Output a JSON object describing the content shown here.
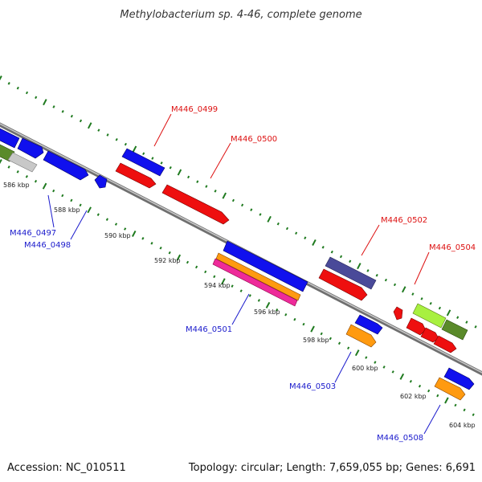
{
  "title": "Methylobacterium sp. 4-46, complete genome",
  "footer": {
    "accession": "Accession: NC_010511",
    "summary": "Topology: circular; Length: 7,659,055 bp; Genes: 6,691"
  },
  "ticks": [
    "586 kbp",
    "588 kbp",
    "590 kbp",
    "592 kbp",
    "594 kbp",
    "596 kbp",
    "598 kbp",
    "600 kbp",
    "602 kbp",
    "604 kbp"
  ],
  "genes": {
    "M446_0497": "M446_0497",
    "M446_0498": "M446_0498",
    "M446_0499": "M446_0499",
    "M446_0500": "M446_0500",
    "M446_0501": "M446_0501",
    "M446_0502": "M446_0502",
    "M446_0503": "M446_0503",
    "M446_0504": "M446_0504",
    "M446_0508": "M446_0508"
  },
  "colors": {
    "forward_label": "#dd1111",
    "reverse_label": "#1a1acc",
    "backbone": "#888888",
    "tick_marks": "#1f7a1f",
    "blue": "#1010ee",
    "red": "#ee0f0f",
    "orange": "#ff9a10",
    "pink": "#ee2a9a",
    "slate": "#4a4a99",
    "lime": "#a8f040",
    "olive": "#5a8a2a",
    "gray": "#c8c8c8"
  }
}
